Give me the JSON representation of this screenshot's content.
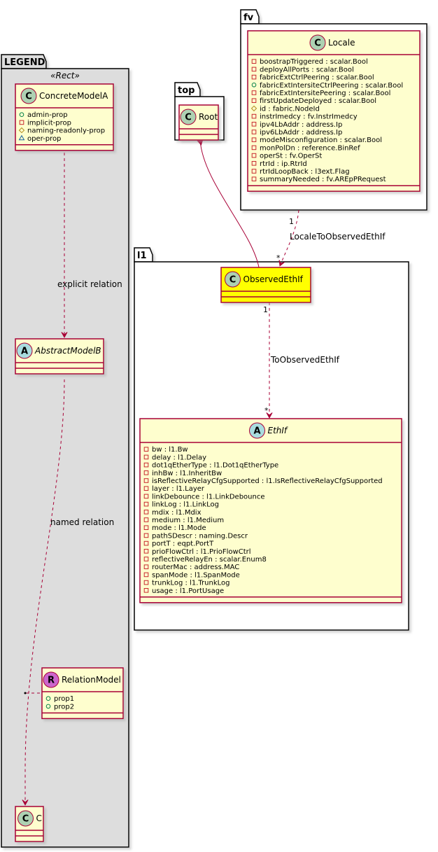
{
  "colors": {
    "class_fill": "#FEFECE",
    "class_border": "#A80036",
    "highlight_fill": "#FFFF00",
    "legend_fill": "#DDDDDD",
    "badge_class": "#ADD1B2",
    "badge_abstract": "#A9DCDF",
    "badge_relation": "#CC66CC",
    "edge": "#A80036"
  },
  "packages": {
    "legend": {
      "label": "LEGEND",
      "stereotype": "«Rect»"
    },
    "top": {
      "label": "top"
    },
    "fv": {
      "label": "fv"
    },
    "l1": {
      "label": "l1"
    }
  },
  "classes": {
    "concrete_model_a": {
      "name": "ConcreteModelA",
      "badge": "C",
      "attributes": [
        {
          "vis": "+",
          "text": "admin-prop"
        },
        {
          "vis": "-",
          "text": "implicit-prop"
        },
        {
          "vis": "#",
          "text": "naming-readonly-prop"
        },
        {
          "vis": "~",
          "text": "oper-prop"
        }
      ]
    },
    "abstract_model_b": {
      "name": "AbstractModelB",
      "badge": "A",
      "attributes": []
    },
    "relation_model": {
      "name": "RelationModel",
      "badge": "R",
      "attributes": [
        {
          "vis": "+",
          "text": "prop1"
        },
        {
          "vis": "+",
          "text": "prop2"
        }
      ]
    },
    "c": {
      "name": "C",
      "badge": "C",
      "attributes": []
    },
    "root": {
      "name": "Root",
      "badge": "C",
      "attributes": []
    },
    "locale": {
      "name": "Locale",
      "badge": "C",
      "attributes": [
        {
          "vis": "-",
          "text": "boostrapTriggered : scalar.Bool"
        },
        {
          "vis": "-",
          "text": "deployAllPorts : scalar.Bool"
        },
        {
          "vis": "-",
          "text": "fabricExtCtrlPeering : scalar.Bool"
        },
        {
          "vis": "+",
          "text": "fabricExtIntersiteCtrlPeering : scalar.Bool"
        },
        {
          "vis": "-",
          "text": "fabricExtIntersitePeering : scalar.Bool"
        },
        {
          "vis": "-",
          "text": "firstUpdateDeployed : scalar.Bool"
        },
        {
          "vis": "#",
          "text": "id : fabric.NodeId"
        },
        {
          "vis": "-",
          "text": "instrImedcy : fv.InstrImedcy"
        },
        {
          "vis": "-",
          "text": "ipv4LbAddr : address.Ip"
        },
        {
          "vis": "-",
          "text": "ipv6LbAddr : address.Ip"
        },
        {
          "vis": "-",
          "text": "modeMisconfiguration : scalar.Bool"
        },
        {
          "vis": "-",
          "text": "monPolDn : reference.BinRef"
        },
        {
          "vis": "-",
          "text": "operSt : fv.OperSt"
        },
        {
          "vis": "-",
          "text": "rtrId : ip.RtrId"
        },
        {
          "vis": "-",
          "text": "rtrIdLoopBack : l3ext.Flag"
        },
        {
          "vis": "-",
          "text": "summaryNeeded : fv.AREpPRequest"
        }
      ]
    },
    "observed_eth_if": {
      "name": "ObservedEthIf",
      "badge": "C",
      "attributes": []
    },
    "eth_if": {
      "name": "EthIf",
      "badge": "A",
      "attributes": [
        {
          "vis": "-",
          "text": "bw : l1.Bw"
        },
        {
          "vis": "-",
          "text": "delay : l1.Delay"
        },
        {
          "vis": "-",
          "text": "dot1qEtherType : l1.Dot1qEtherType"
        },
        {
          "vis": "-",
          "text": "inhBw : l1.InheritBw"
        },
        {
          "vis": "-",
          "text": "isReflectiveRelayCfgSupported : l1.IsReflectiveRelayCfgSupported"
        },
        {
          "vis": "-",
          "text": "layer : l1.Layer"
        },
        {
          "vis": "-",
          "text": "linkDebounce : l1.LinkDebounce"
        },
        {
          "vis": "-",
          "text": "linkLog : l1.LinkLog"
        },
        {
          "vis": "-",
          "text": "mdix : l1.Mdix"
        },
        {
          "vis": "-",
          "text": "medium : l1.Medium"
        },
        {
          "vis": "-",
          "text": "mode : l1.Mode"
        },
        {
          "vis": "-",
          "text": "pathSDescr : naming.Descr"
        },
        {
          "vis": "-",
          "text": "portT : eqpt.PortT"
        },
        {
          "vis": "-",
          "text": "prioFlowCtrl : l1.PrioFlowCtrl"
        },
        {
          "vis": "-",
          "text": "reflectiveRelayEn : scalar.Enum8"
        },
        {
          "vis": "-",
          "text": "routerMac : address.MAC"
        },
        {
          "vis": "-",
          "text": "spanMode : l1.SpanMode"
        },
        {
          "vis": "-",
          "text": "trunkLog : l1.TrunkLog"
        },
        {
          "vis": "-",
          "text": "usage : l1.PortUsage"
        }
      ]
    }
  },
  "edges": {
    "explicit_relation": {
      "label": "explicit relation"
    },
    "named_relation": {
      "label": "named relation"
    },
    "locale_to_observed": {
      "label": "LocaleToObservedEthIf",
      "src_mult": "1",
      "dst_mult": "*"
    },
    "to_observed": {
      "label": "ToObservedEthIf",
      "src_mult": "1",
      "dst_mult": "*"
    }
  }
}
